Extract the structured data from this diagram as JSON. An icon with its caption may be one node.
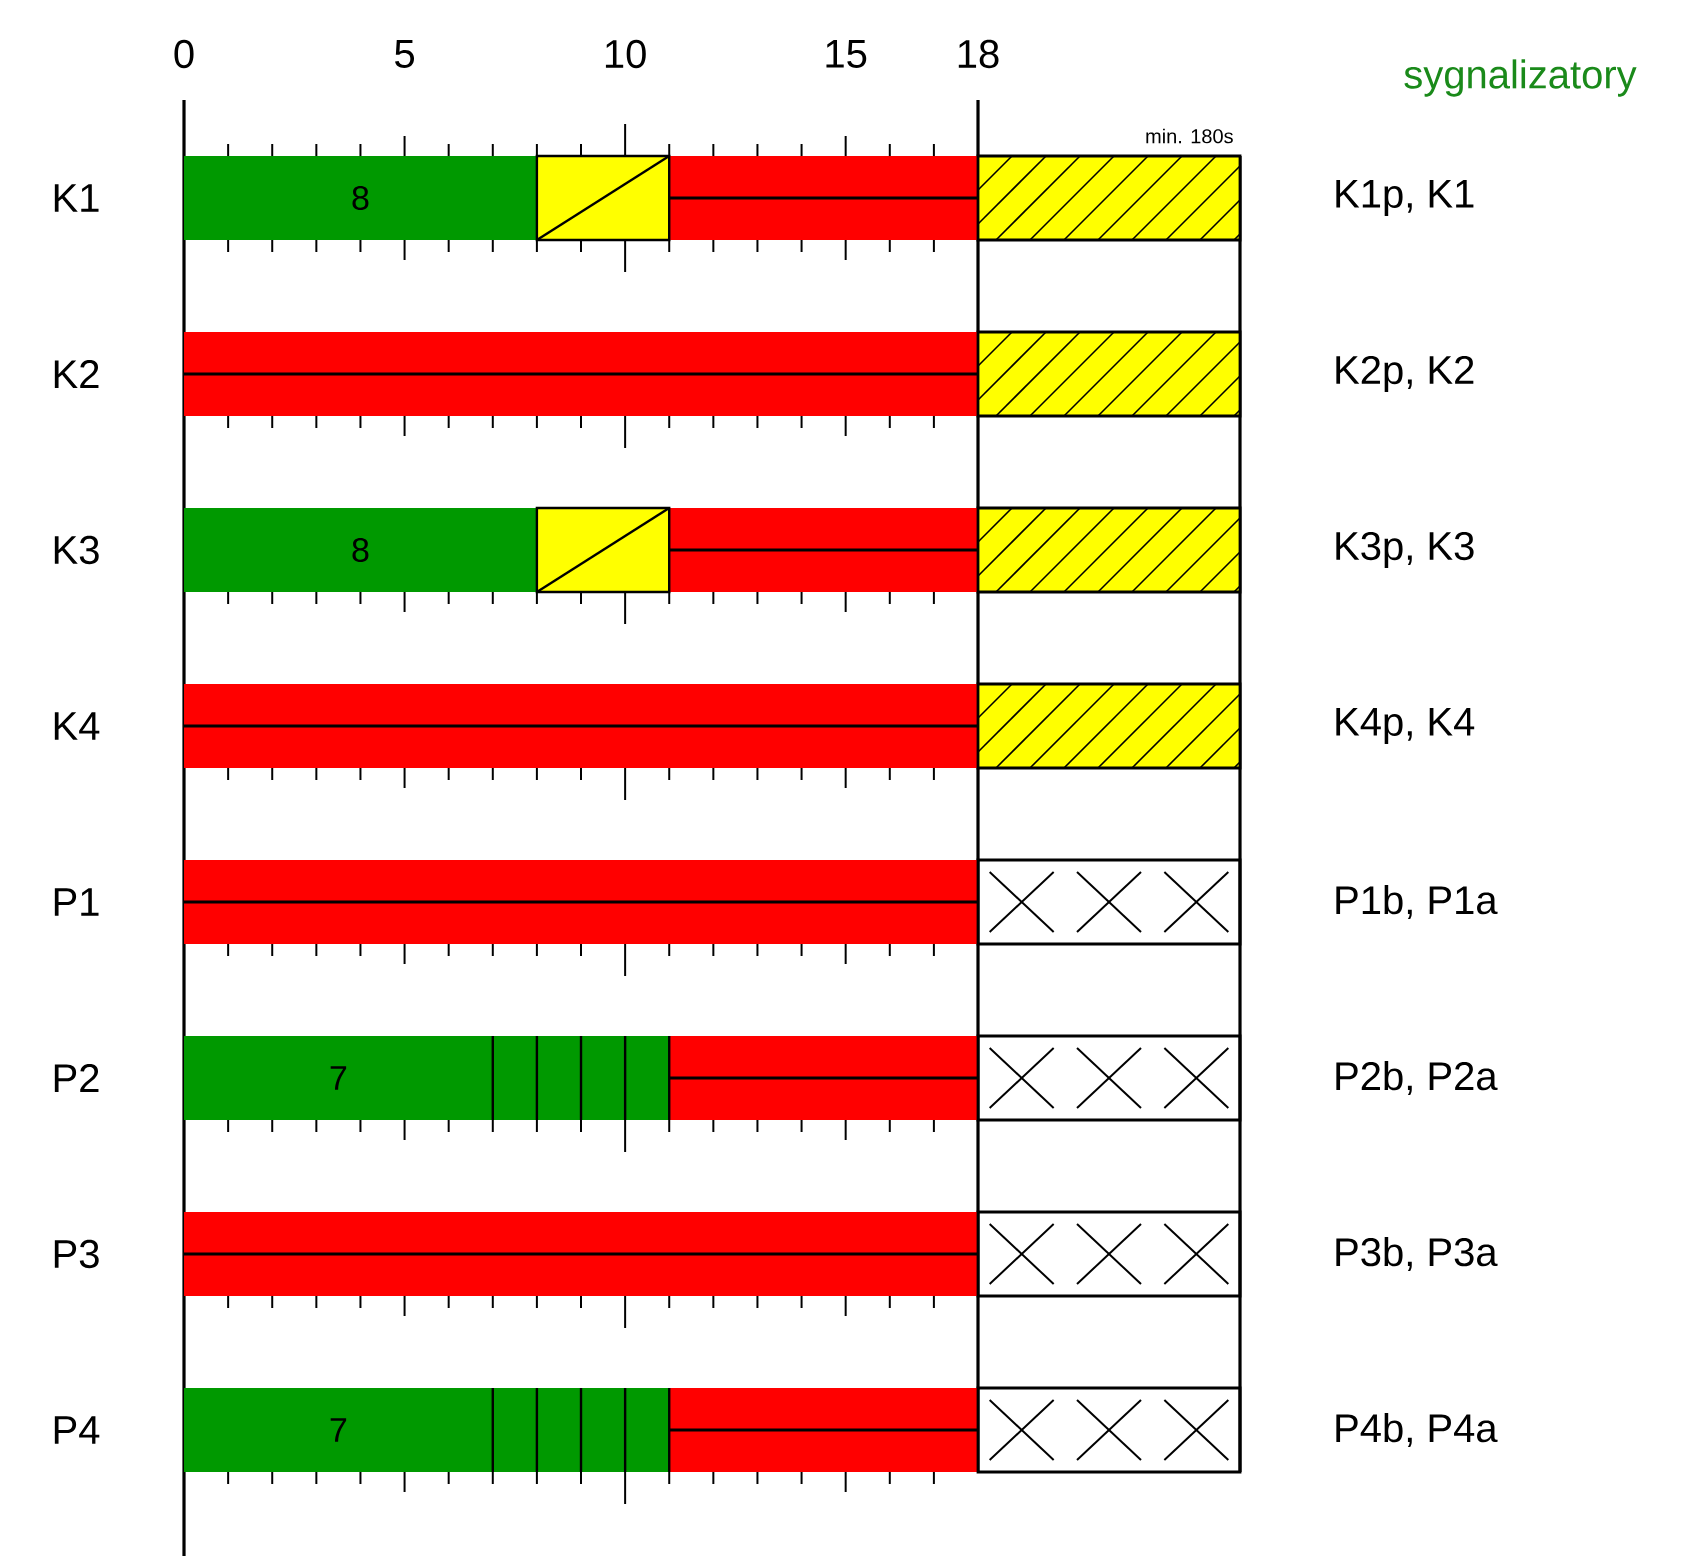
{
  "diagram": {
    "labels": [
      "0",
      "5",
      "10",
      "15",
      "18",
      "sygnalizatory",
      "min. 180s",
      "K1",
      "8",
      "K1p, K1",
      "K2",
      "K2p, K2",
      "K3",
      "8",
      "K3p, K3",
      "K4",
      "K4p, K4",
      "P1",
      "P1b, P1a",
      "P2",
      "7",
      "P2b, P2a",
      "P3",
      "P3b, P3a",
      "P4",
      "7",
      "P4b, P4a"
    ]
  }
}
